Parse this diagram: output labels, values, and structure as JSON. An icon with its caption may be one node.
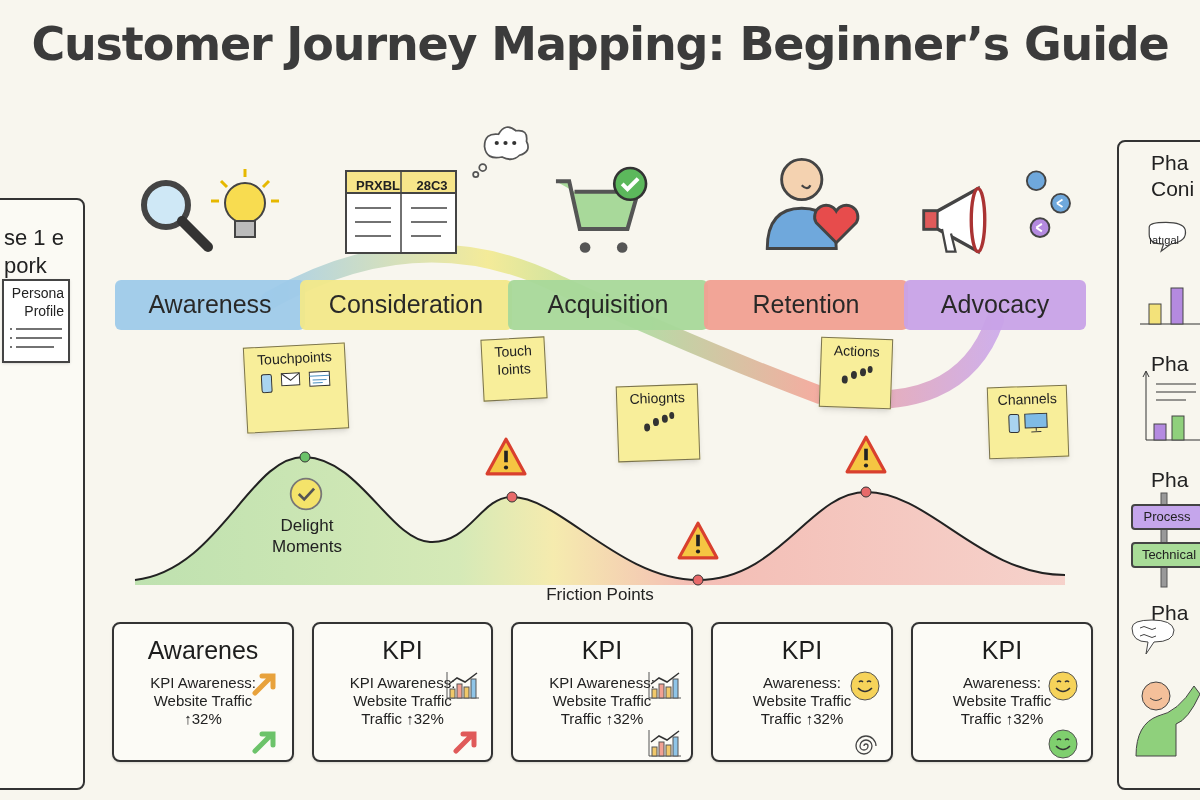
{
  "diagram": {
    "title": "Customer Journey Mapping: Beginner’s Guide",
    "nodes": [
      {
        "text": [
          "se 1 e pork"
        ]
      },
      {
        "text": [
          "Persona Profile"
        ],
        "in": 0
      },
      {
        "text": [
          "Awareness"
        ]
      },
      {
        "text": [
          "Consideration"
        ]
      },
      {
        "text": [
          "Acquisition"
        ]
      },
      {
        "text": [
          "Retention"
        ]
      },
      {
        "text": [
          "Advocacy"
        ]
      },
      {
        "text": [
          "Touchpoints"
        ]
      },
      {
        "text": [
          "Touch Ioints"
        ]
      },
      {
        "text": [
          "Chiognts"
        ]
      },
      {
        "text": [
          "Actions"
        ]
      },
      {
        "text": [
          "Channels"
        ]
      },
      {
        "text": [
          "Awarenes",
          "KPI Awareness: Website Traffic ↑32%"
        ]
      },
      {
        "text": [
          "KPI",
          "KPI Awareness: Website Traffic Traffic ↑32%"
        ]
      },
      {
        "text": [
          "KPI",
          "KPI Awareness: Website Traffic Traffic ↑32%"
        ]
      },
      {
        "text": [
          "KPI",
          "Awareness: Website Traffic Traffic ↑32%"
        ]
      },
      {
        "text": [
          "KPI",
          "Awareness: Website Traffic Traffic ↑32%"
        ]
      },
      {
        "text": [
          "Pha Coni",
          "Pha",
          "Pha",
          "Pha"
        ]
      },
      {
        "text": [
          "Process"
        ],
        "in": 17
      },
      {
        "text": [
          "Technical"
        ],
        "in": 17
      }
    ],
    "labels": [
      "PRXBL",
      "28C3",
      "Delight Moments",
      "Friction Points",
      "ıatıgal"
    ]
  }
}
